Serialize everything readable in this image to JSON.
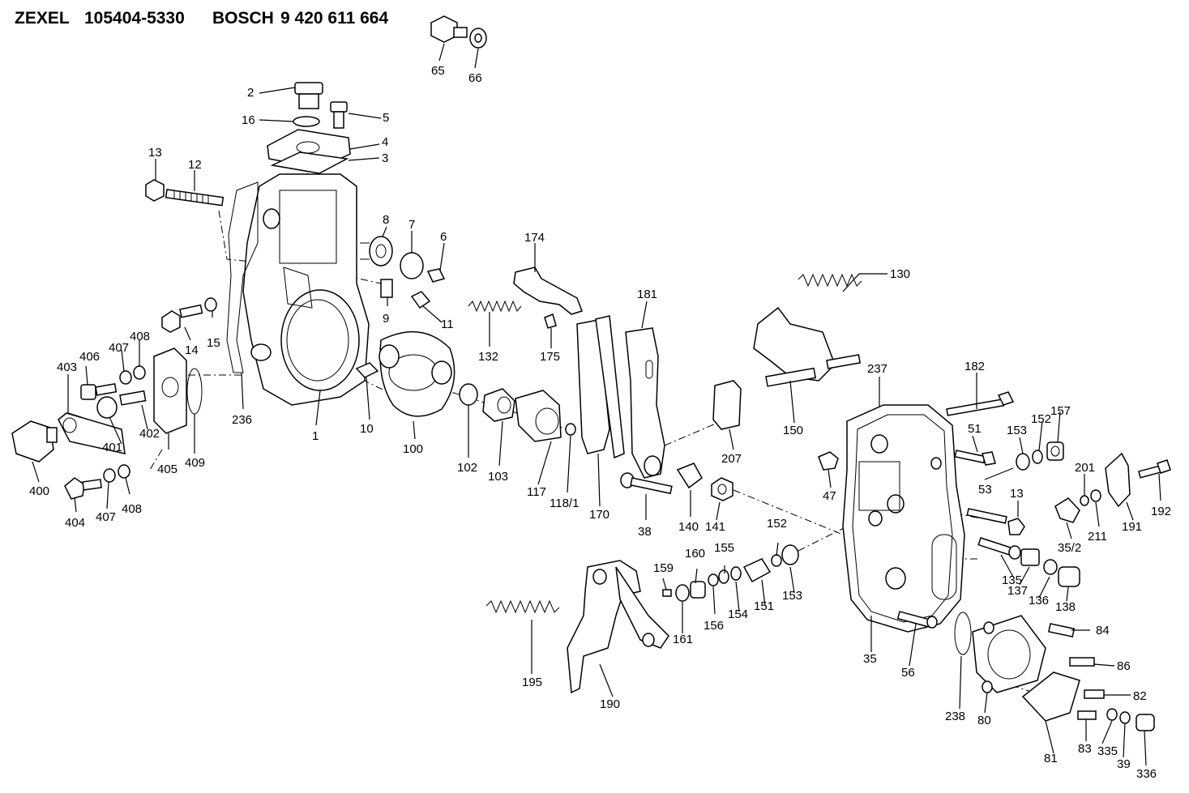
{
  "header": {
    "maker": "ZEXEL",
    "zexel_no": "105404-5330",
    "brand": "BOSCH",
    "bosch_no": "9 420 611 664"
  },
  "callouts": {
    "p1": "1",
    "p2": "2",
    "p3": "3",
    "p4": "4",
    "p5": "5",
    "p6": "6",
    "p7": "7",
    "p8": "8",
    "p9": "9",
    "p10": "10",
    "p11": "11",
    "p12": "12",
    "p13a": "13",
    "p13b": "13",
    "p14": "14",
    "p15": "15",
    "p16": "16",
    "p35": "35",
    "p35_2": "35/2",
    "p38": "38",
    "p39": "39",
    "p47": "47",
    "p51": "51",
    "p53": "53",
    "p56": "56",
    "p65": "65",
    "p66": "66",
    "p80": "80",
    "p81": "81",
    "p82": "82",
    "p83": "83",
    "p84": "84",
    "p86": "86",
    "p100": "100",
    "p102": "102",
    "p103": "103",
    "p117": "117",
    "p118_1": "118/1",
    "p130": "130",
    "p132": "132",
    "p135": "135",
    "p136": "136",
    "p137": "137",
    "p138": "138",
    "p140": "140",
    "p141": "141",
    "p150": "150",
    "p151": "151",
    "p152a": "152",
    "p152b": "152",
    "p153a": "153",
    "p153b": "153",
    "p154": "154",
    "p155": "155",
    "p156": "156",
    "p157": "157",
    "p159": "159",
    "p160": "160",
    "p161": "161",
    "p170": "170",
    "p174": "174",
    "p175": "175",
    "p181": "181",
    "p182": "182",
    "p190": "190",
    "p191": "191",
    "p192": "192",
    "p195": "195",
    "p201": "201",
    "p207": "207",
    "p211": "211",
    "p236": "236",
    "p237": "237",
    "p238": "238",
    "p335": "335",
    "p336": "336",
    "p400": "400",
    "p401": "401",
    "p402": "402",
    "p403": "403",
    "p404": "404",
    "p405": "405",
    "p406": "406",
    "p407a": "407",
    "p407b": "407",
    "p408a": "408",
    "p408b": "408",
    "p409": "409"
  }
}
